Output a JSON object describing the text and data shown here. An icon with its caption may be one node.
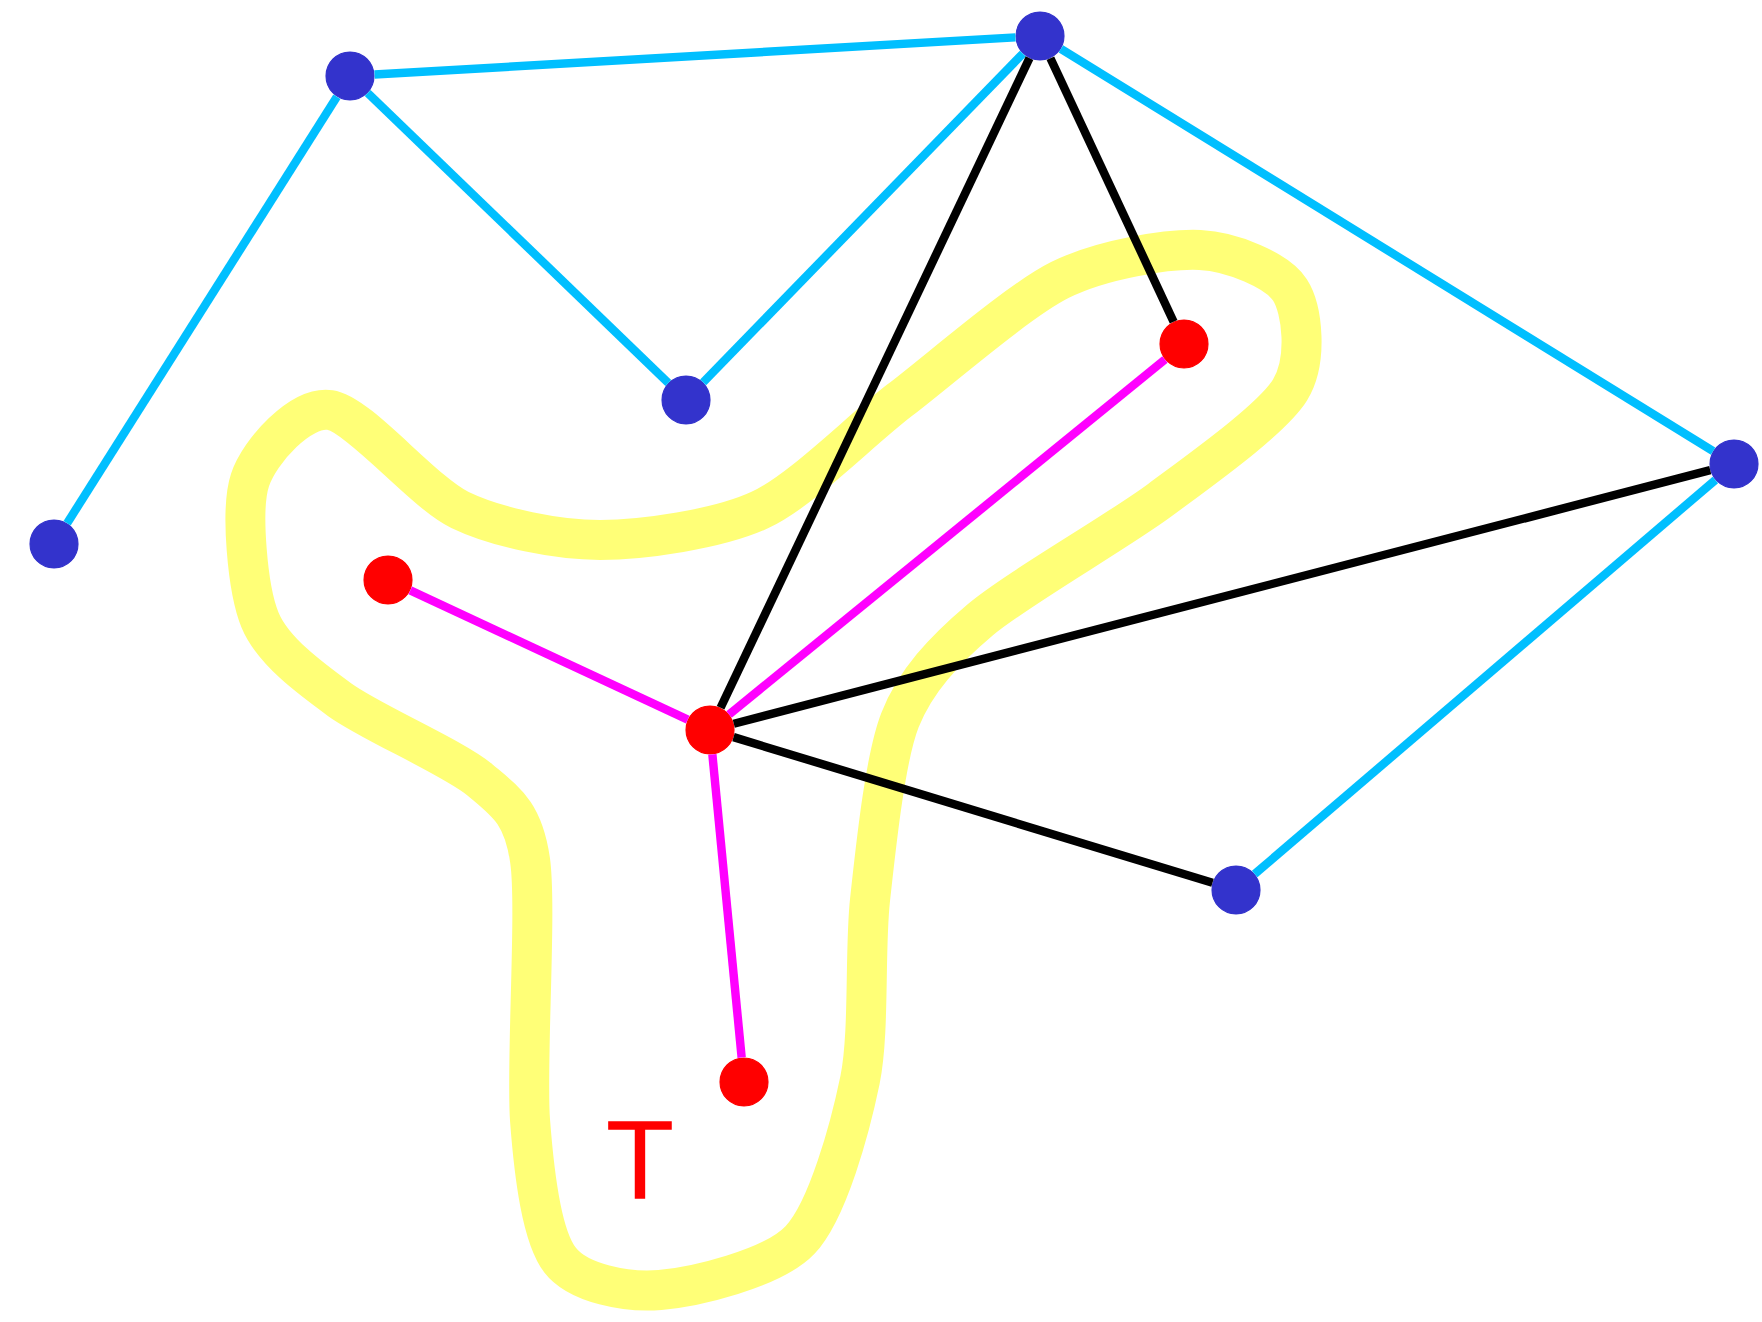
{
  "diagram": {
    "nodes": [
      {
        "text": [],
        "shape": "circle"
      },
      {
        "text": [],
        "shape": "circle"
      },
      {
        "text": [],
        "shape": "circle"
      },
      {
        "text": [],
        "shape": "circle"
      },
      {
        "text": [],
        "shape": "circle"
      },
      {
        "text": [],
        "shape": "circle"
      },
      {
        "text": [],
        "shape": "circle"
      },
      {
        "text": [],
        "shape": "circle"
      },
      {
        "text": [],
        "shape": "circle"
      },
      {
        "text": [],
        "shape": "circle"
      }
    ],
    "edges": [
      {
        "from": 1,
        "to": 0,
        "arrow": "none"
      },
      {
        "from": 1,
        "to": 5,
        "arrow": "none"
      },
      {
        "from": 1,
        "to": 3,
        "arrow": "none"
      },
      {
        "from": 3,
        "to": 0,
        "arrow": "none"
      },
      {
        "from": 0,
        "to": 4,
        "arrow": "none"
      },
      {
        "from": 4,
        "to": 8,
        "arrow": "none"
      },
      {
        "from": 0,
        "to": 7,
        "arrow": "none",
        "color": "#000000"
      },
      {
        "from": 0,
        "to": 2,
        "arrow": "none",
        "color": "#000000"
      },
      {
        "from": 7,
        "to": 4,
        "arrow": "none",
        "color": "#000000"
      },
      {
        "from": 7,
        "to": 8,
        "arrow": "none",
        "color": "#000000"
      },
      {
        "from": 7,
        "to": 6,
        "arrow": "none",
        "color": "#ff00ff"
      },
      {
        "from": 7,
        "to": 2,
        "arrow": "none",
        "color": "#ff00ff"
      },
      {
        "from": 7,
        "to": 9,
        "arrow": "none",
        "color": "#ff00ff"
      }
    ],
    "labels": [
      "T"
    ]
  }
}
